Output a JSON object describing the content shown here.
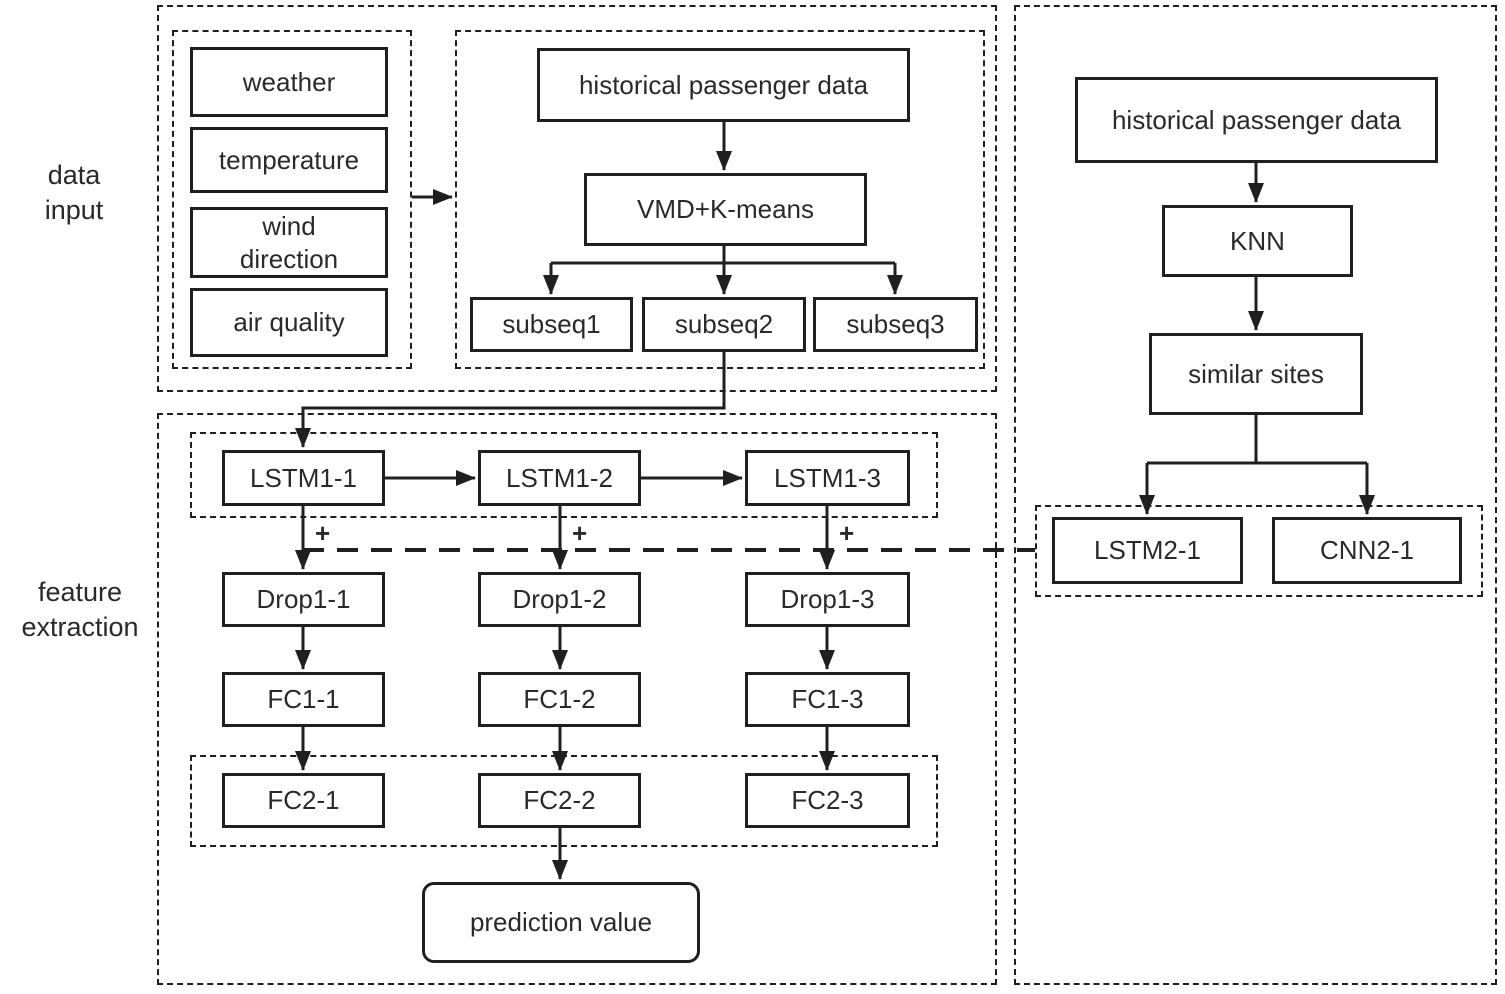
{
  "sections": {
    "data_input_label": "data\ninput",
    "feature_extraction_label": "feature\nextraction"
  },
  "input_group": {
    "items": [
      "weather",
      "temperature",
      "wind\ndirection",
      "air quality"
    ]
  },
  "vmd_group": {
    "historical": "historical passenger data",
    "vmd": "VMD+K-means",
    "subseqs": [
      "subseq1",
      "subseq2",
      "subseq3"
    ]
  },
  "feature_group": {
    "lstm": [
      "LSTM1-1",
      "LSTM1-2",
      "LSTM1-3"
    ],
    "drop": [
      "Drop1-1",
      "Drop1-2",
      "Drop1-3"
    ],
    "fc1": [
      "FC1-1",
      "FC1-2",
      "FC1-3"
    ],
    "fc2": [
      "FC2-1",
      "FC2-2",
      "FC2-3"
    ],
    "plus_labels": [
      "+",
      "+",
      "+"
    ],
    "prediction": "prediction value"
  },
  "knn_group": {
    "historical": "historical passenger data",
    "knn": "KNN",
    "similar": "similar sites",
    "lstm2": "LSTM2-1",
    "cnn2": "CNN2-1"
  },
  "colors": {
    "line": "#1f1f1f",
    "text": "#2a2a2a",
    "background": "#ffffff"
  }
}
